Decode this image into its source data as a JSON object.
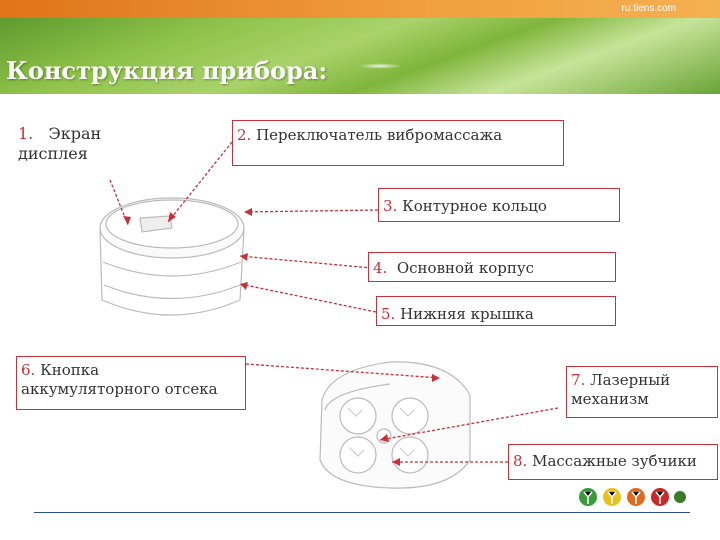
{
  "site": "ru.tiens.com",
  "title": "Конструкция прибора:",
  "labels": {
    "l1_num": "1.",
    "l1_text": "Экран",
    "l1_text2": "дисплея",
    "l2_num": "2.",
    "l2_text": "Переключатель вибромассажа",
    "l3_num": "3.",
    "l3_text": "Контурное кольцо",
    "l4_num": "4.",
    "l4_text": "Основной корпус",
    "l5_num": "5.",
    "l5_text": "Нижняя крышка",
    "l6_num": "6.",
    "l6_text": "Кнопка",
    "l6_text2": "аккумуляторного отсека",
    "l7_num": "7.",
    "l7_text": "Лазерный",
    "l7_text2": "механизм",
    "l8_num": "8.",
    "l8_text": "Массажные зубчики"
  },
  "colors": {
    "accent": "#c8303a",
    "orange_bar": "#e0731a",
    "green": "#7fb53c",
    "rule": "#2a4f8a"
  },
  "icons": [
    "device-top-view",
    "device-bottom-view",
    "tiens-people-logo"
  ]
}
